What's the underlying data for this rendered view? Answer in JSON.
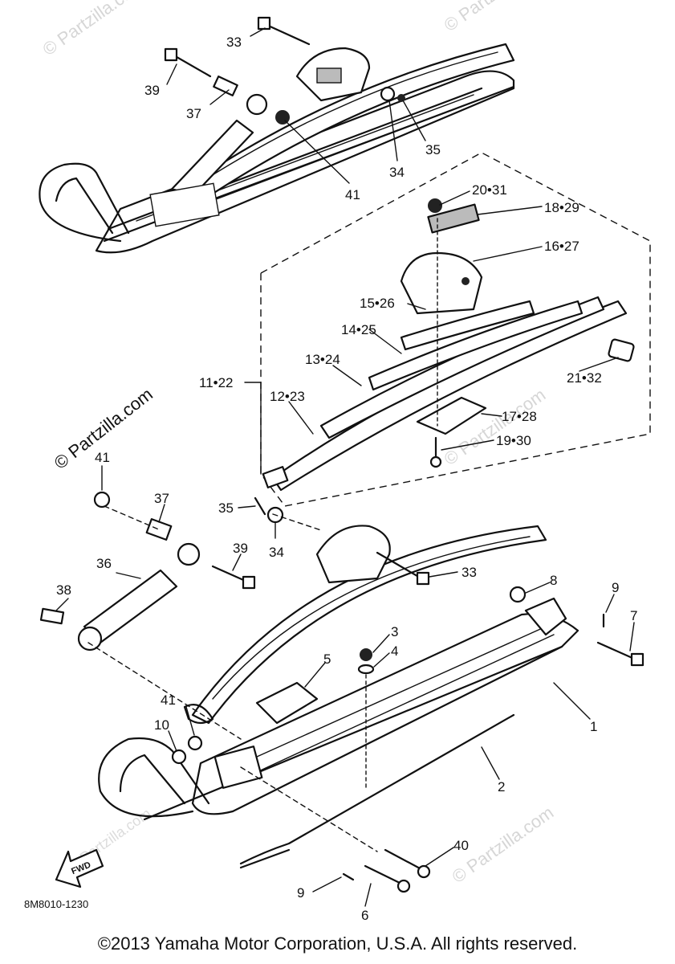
{
  "watermark": "© Partzilla.com",
  "diagram_code": "8M8010-1230",
  "fwd_arrow_label": "FWD",
  "copyright": "©2013  Yamaha Motor Corporation, U.S.A. All rights reserved.",
  "callouts": {
    "c33a": "33",
    "c39a": "39",
    "c37a": "37",
    "c41a": "41",
    "c34a": "34",
    "c35a": "35",
    "c20_31": "20•31",
    "c18_29": "18•29",
    "c16_27": "16•27",
    "c15_26": "15•26",
    "c14_25": "14•25",
    "c13_24": "13•24",
    "c11_22": "11•22",
    "c12_23": "12•23",
    "c21_32": "21•32",
    "c17_28": "17•28",
    "c19_30": "19•30",
    "c41b": "41",
    "c37b": "37",
    "c35b": "35",
    "c34b": "34",
    "c36": "36",
    "c39b": "39",
    "c33b": "33",
    "c38": "38",
    "c8": "8",
    "c9a": "9",
    "c7": "7",
    "c3": "3",
    "c4": "4",
    "c5": "5",
    "c1": "1",
    "c41c": "41",
    "c10": "10",
    "c2": "2",
    "c40": "40",
    "c9b": "9",
    "c6": "6"
  }
}
